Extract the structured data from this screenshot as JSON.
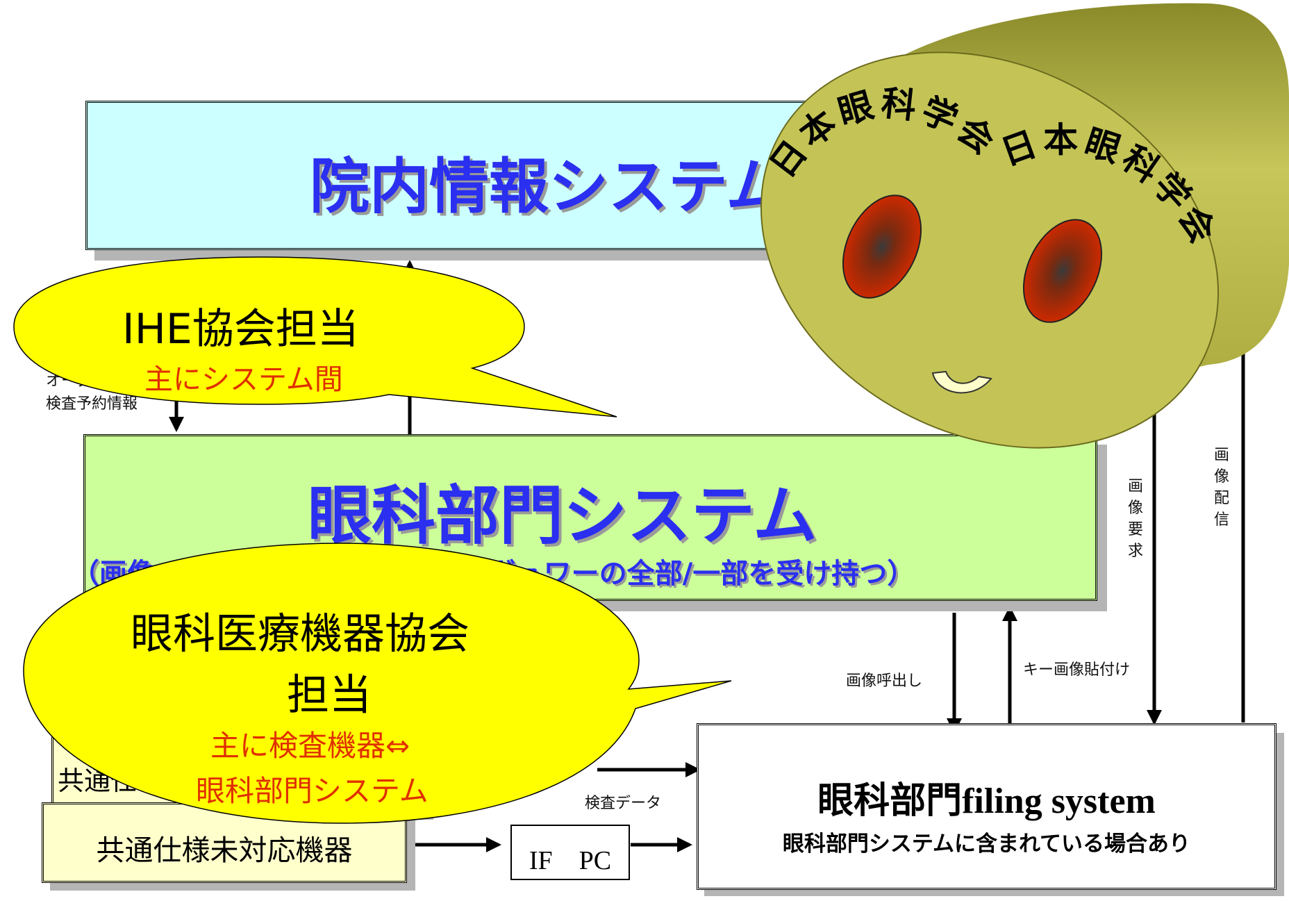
{
  "his": {
    "title": "院内情報システム"
  },
  "ophth_system": {
    "title": "眼科部門システム",
    "subtitle": "（画像・検査データのサーバー・ヴュワーの全部/一部を受け持つ）"
  },
  "filing": {
    "title": "眼科部門filing system",
    "subtitle": "眼科部門システムに含まれている場合あり"
  },
  "devices": {
    "supported_label": "共通仕様対応機器",
    "unsupported_label": "共通仕様未対応機器",
    "if_pc_label": "IF　PC"
  },
  "edge_labels": {
    "order_info": "オーダー情報",
    "exam_reserve": "検査予約情報",
    "image_call": "画像呼出し",
    "key_image": "キー画像貼付け",
    "image_request": "画像要求",
    "image_delivery": "画像配信",
    "exam_data": "検査データ"
  },
  "callouts": {
    "ihe": {
      "title": "IHE協会担当",
      "subtitle": "主にシステム間"
    },
    "device_assoc": {
      "title_line1": "眼科医療機器協会",
      "title_line2": "担当",
      "subtitle_line1": "主に検査機器⇔",
      "subtitle_line2": "眼科部門システム"
    }
  },
  "mascot": {
    "text_upper": "日本眼科学会",
    "text_lower": "日本眼科学会",
    "text_full": "日本眼科学会日本眼科学会"
  },
  "colors": {
    "his_fill": "#ccffff",
    "ophth_fill": "#ccff99",
    "title_blue": "#2a2ff0",
    "callout_yellow": "#ffff00",
    "callout_red": "#e03000",
    "device_fill": "#ffffcc",
    "mascot_body": "#c4c456",
    "eye_red": "#cc2a00"
  }
}
